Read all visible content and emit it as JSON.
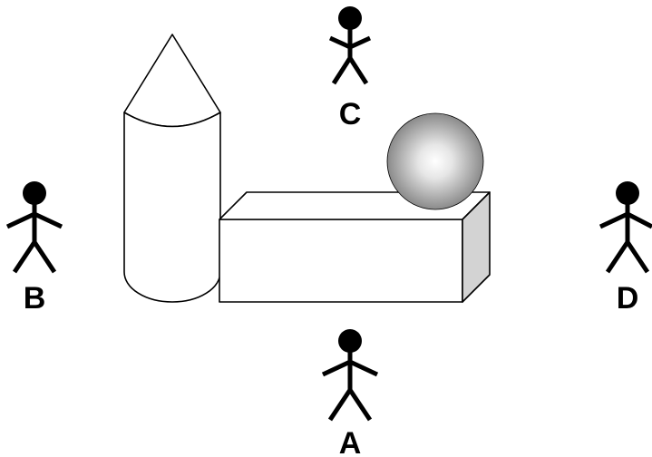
{
  "figures": {
    "A": {
      "label": "A"
    },
    "B": {
      "label": "B"
    },
    "C": {
      "label": "C"
    },
    "D": {
      "label": "D"
    }
  },
  "colors": {
    "line": "#000000",
    "background": "#ffffff",
    "box_side": "#d3d3d3",
    "sphere_highlight": "#ffffff",
    "sphere_shadow": "#8a8a8a"
  }
}
